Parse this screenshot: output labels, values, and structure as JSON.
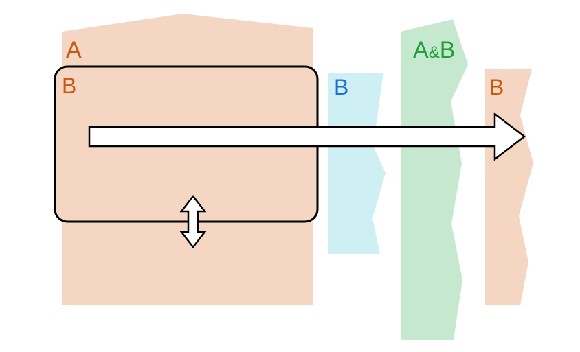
{
  "canvas": {
    "background": "#FFFFFF"
  },
  "regions": {
    "a": {
      "label": "A",
      "label_color": "#C55A11",
      "fill": "#F4D6C3"
    },
    "b_box": {
      "label": "B",
      "label_color": "#C55A11",
      "fill": "#F4D6C3",
      "border_color": "#000000"
    },
    "b_cyan": {
      "label": "B",
      "label_color": "#1D6FD2",
      "fill": "#CEEFF4"
    },
    "ab": {
      "part_a": "A",
      "part_amp": "&",
      "part_b": "B",
      "label_color": "#1FA03C",
      "fill": "#C5E8CE"
    },
    "b_right": {
      "label": "B",
      "label_color": "#C55A11",
      "fill": "#F4D6C3"
    }
  },
  "arrows": {
    "horizontal": {
      "fill": "#FFFFFF",
      "stroke": "#000000"
    },
    "vertical_double": {
      "fill": "#FFFFFF",
      "stroke": "#000000"
    }
  }
}
